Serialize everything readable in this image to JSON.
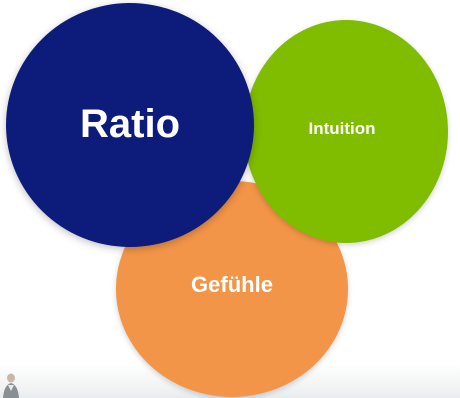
{
  "diagram": {
    "circles": [
      {
        "id": "ratio",
        "label": "Ratio",
        "color": "#0d1b7a"
      },
      {
        "id": "intuition",
        "label": "Intuition",
        "color": "#80bc00"
      },
      {
        "id": "gefuehle",
        "label": "Gefühle",
        "color": "#f39548"
      }
    ]
  },
  "colors": {
    "background": "#ffffff",
    "text": "#ffffff"
  }
}
